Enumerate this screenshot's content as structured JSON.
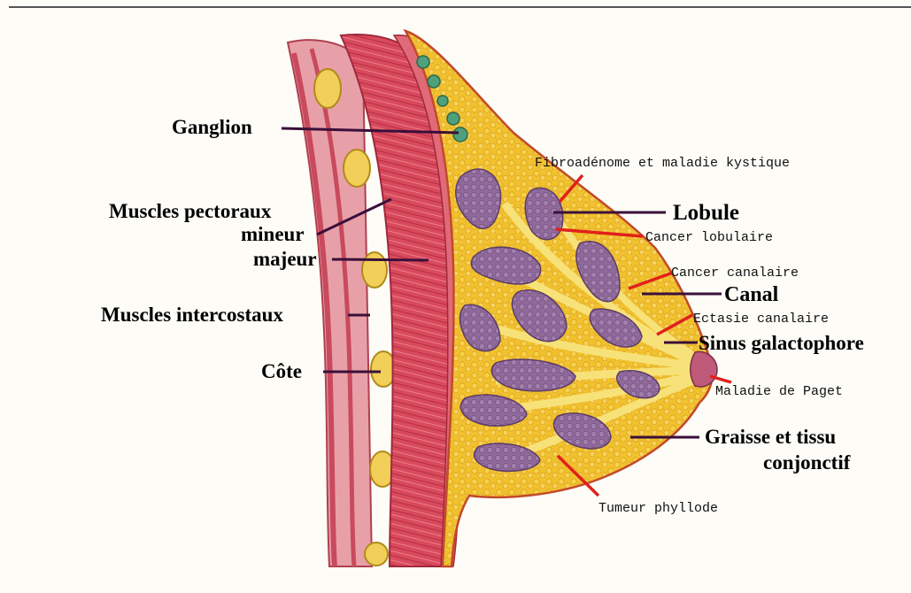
{
  "labels_left": {
    "ganglion": "Ganglion",
    "muscles_pectoraux": "Muscles pectoraux",
    "mineur": "mineur",
    "majeur": "majeur",
    "muscles_intercostaux": "Muscles intercostaux",
    "cote": "Côte"
  },
  "labels_right": {
    "lobule": "Lobule",
    "canal": "Canal",
    "sinus": "Sinus galactophore",
    "graisse_1": "Graisse et tissu",
    "graisse_2": "conjonctif"
  },
  "pathologies": {
    "fibroadenome": "Fibroadénome et maladie kystique",
    "cancer_lobulaire": "Cancer lobulaire",
    "cancer_canalaire": "Cancer canalaire",
    "ectasie": "Ectasie canalaire",
    "paget": "Maladie de Paget",
    "phyllode": "Tumeur phyllode"
  },
  "colors": {
    "leader_anatomy": "#3a0f3a",
    "leader_pathology": "#e0201c",
    "muscle": "#d9485a",
    "fat": "#f2c12e",
    "lobule": "#8f6a9a"
  }
}
